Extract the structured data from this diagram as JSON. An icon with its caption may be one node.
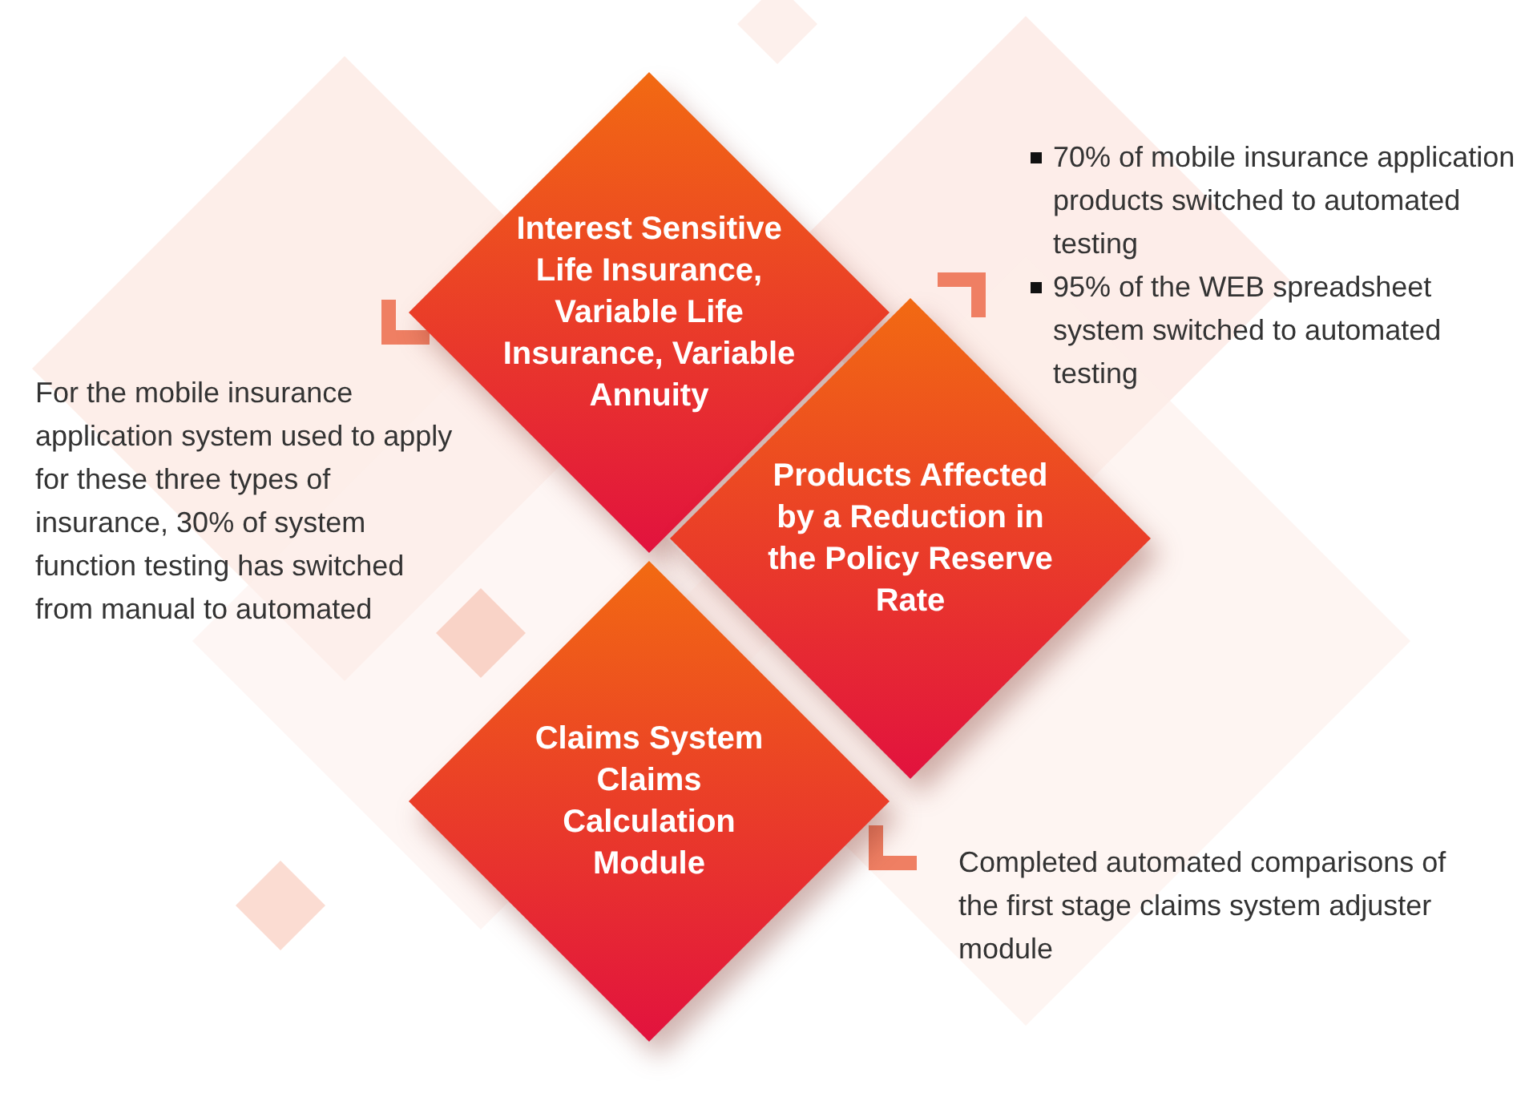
{
  "diagram": {
    "nodes": [
      {
        "text": [
          "Interest Sensitive Life Insurance, Variable Life Insurance, Variable Annuity"
        ],
        "beside": [
          "For the mobile insurance application system used to apply for these three types of insurance, 30% of system function testing has switched from manual to automated"
        ]
      },
      {
        "text": [
          "Products Affected by a Reduction in the Policy Reserve Rate"
        ],
        "beside": [
          "70% of mobile insurance application products switched to automated testing",
          "95% of the WEB spreadsheet system switched to automated testing"
        ]
      },
      {
        "text": [
          "Claims System Claims Calculation Module"
        ],
        "beside": [
          "Completed automated comparisons of the first stage claims system adjuster module"
        ]
      }
    ]
  }
}
